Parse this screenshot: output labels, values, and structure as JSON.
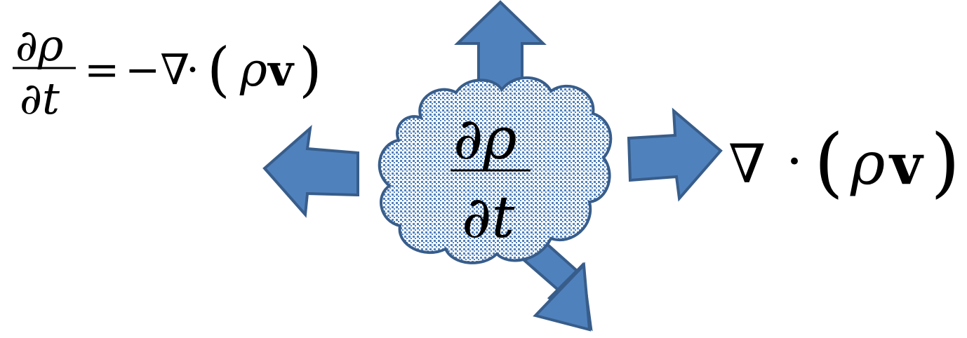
{
  "equation": {
    "numerator": "∂ρ",
    "denominator": "∂t",
    "equals": "=",
    "rhs_minus_nabla": "−∇",
    "dot": "·",
    "open_paren": "(",
    "rho": "ρ",
    "v": "v",
    "close_paren": ")"
  },
  "cloud": {
    "numerator": "∂ρ",
    "denominator": "∂t"
  },
  "divergence_label": {
    "nabla": "∇",
    "dot": "·",
    "open_paren": "(",
    "rho": "ρ",
    "v": "v",
    "close_paren": ")"
  },
  "colors": {
    "arrow_fill": "#4F81BD",
    "arrow_stroke": "#385D8A",
    "cloud_stroke": "#385D8A",
    "cloud_dots": "#4F81BD"
  }
}
